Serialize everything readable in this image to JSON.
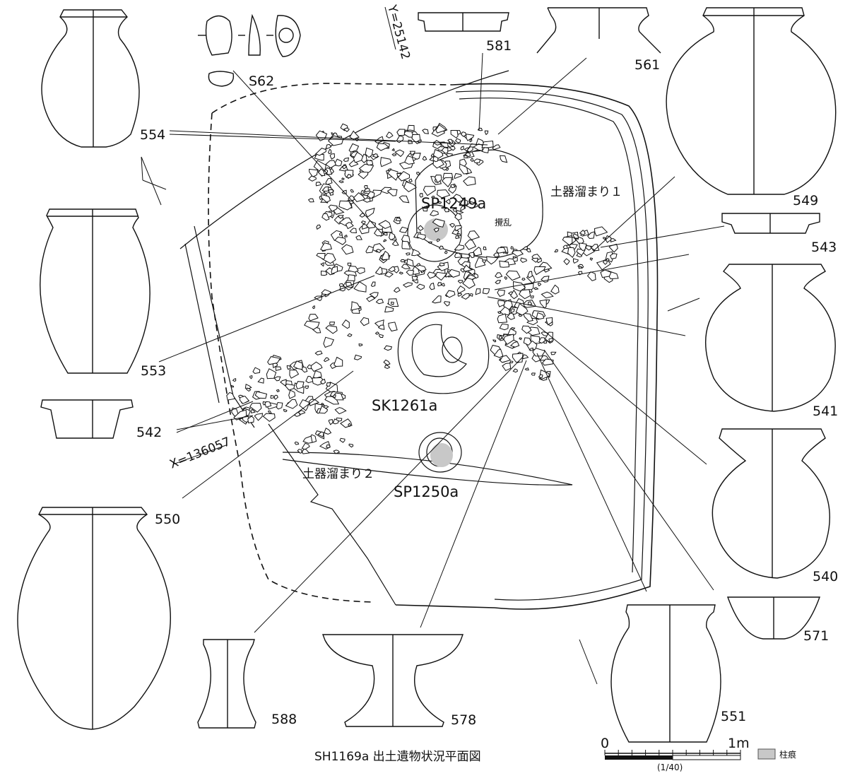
{
  "title": "SH1169a 出土遺物状況平面図",
  "features": {
    "sp1249": "SP1249a",
    "sk1261": "SK1261a",
    "sp1250": "SP1250a",
    "pool1": "土器溜まり１",
    "pool2": "土器溜まり２",
    "disturb": "攪乱",
    "xcoord": "X=136057",
    "ycoord": "Y=25142"
  },
  "artifacts": {
    "a554": "554",
    "a553": "553",
    "a542": "542",
    "a550": "550",
    "a588": "588",
    "a578": "578",
    "a551": "551",
    "a571": "571",
    "a540": "540",
    "a541": "541",
    "a543": "543",
    "a549": "549",
    "a561": "561",
    "a581": "581",
    "aS62": "S62"
  },
  "scale": {
    "zero": "0",
    "one": "1m",
    "ratio": "(1/40)"
  },
  "legend": {
    "postmark": "柱痕",
    "swatch_color": "#c8c8c8"
  },
  "colors": {
    "ink": "#111111",
    "shade": "#c8c8c8"
  }
}
